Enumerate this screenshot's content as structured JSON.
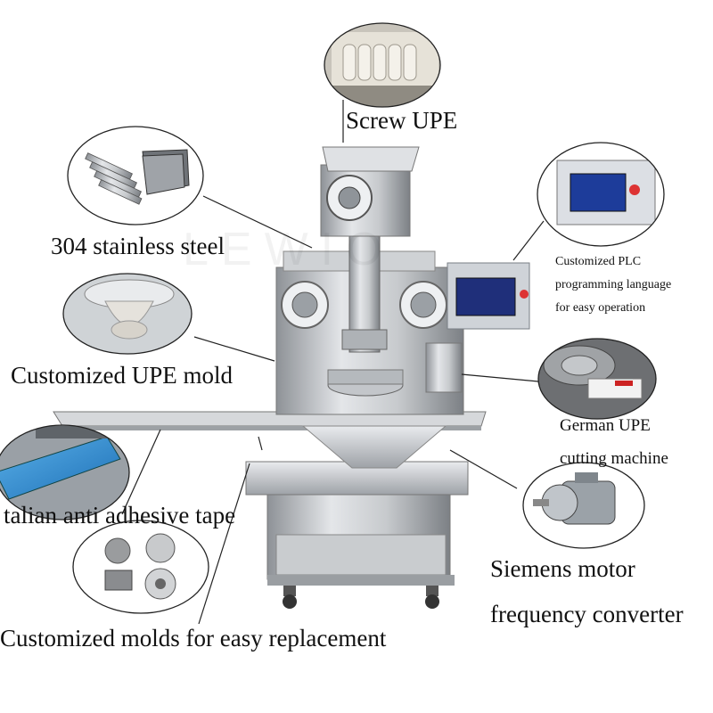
{
  "labels": {
    "screw": "Screw UPE",
    "steel": "304 stainless steel",
    "plc_line1": "Customized PLC",
    "plc_line2": "programming language",
    "plc_line3": "for easy operation",
    "mold": "Customized UPE mold",
    "cutting_line1": "German UPE",
    "cutting_line2": "cutting machine",
    "tape": "talian anti adhesive tape",
    "motor_line1": "Siemens motor",
    "motor_line2": "frequency converter",
    "molds": "Customized molds for easy replacement"
  },
  "watermark": "LEWIO"
}
